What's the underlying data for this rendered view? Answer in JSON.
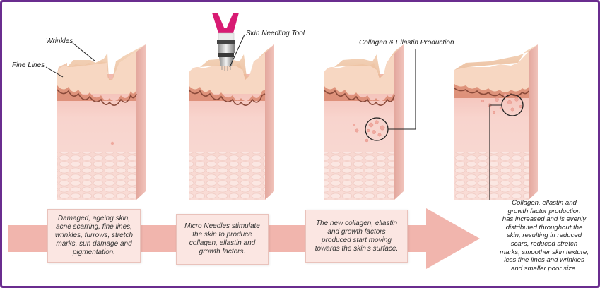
{
  "labels": {
    "wrinkles": "Wrinkles",
    "fine_lines": "Fine Lines",
    "tool": "Skin Needling Tool",
    "collagen": "Collagen & Ellastin Production"
  },
  "steps": [
    "Damaged, ageing skin,\nacne scarring, fine lines,\nwrinkles, furrows, stretch\nmarks, sun damage and\npigmentation.",
    "Micro Needles stimulate\nthe skin to produce\ncollagen, ellastin and\ngrowth factors.",
    "The new collagen, ellastin\nand growth factors\nproduced start moving\ntowards the skin's surface."
  ],
  "result": "Collagen, ellastin and\ngrowth factor production\nhas increased and is evenly\ndistributed throughout the\nskin, resulting in reduced\nscars, reduced stretch\nmarks, smoother skin texture,\nless fine lines and wrinkles\nand smaller poor size.",
  "colors": {
    "border": "#6a2d8f",
    "arrow": "#f1b5ad",
    "skin_front": "#f6cfc8",
    "skin_side": "#e9b5ad",
    "tool_pink": "#d81b73"
  }
}
